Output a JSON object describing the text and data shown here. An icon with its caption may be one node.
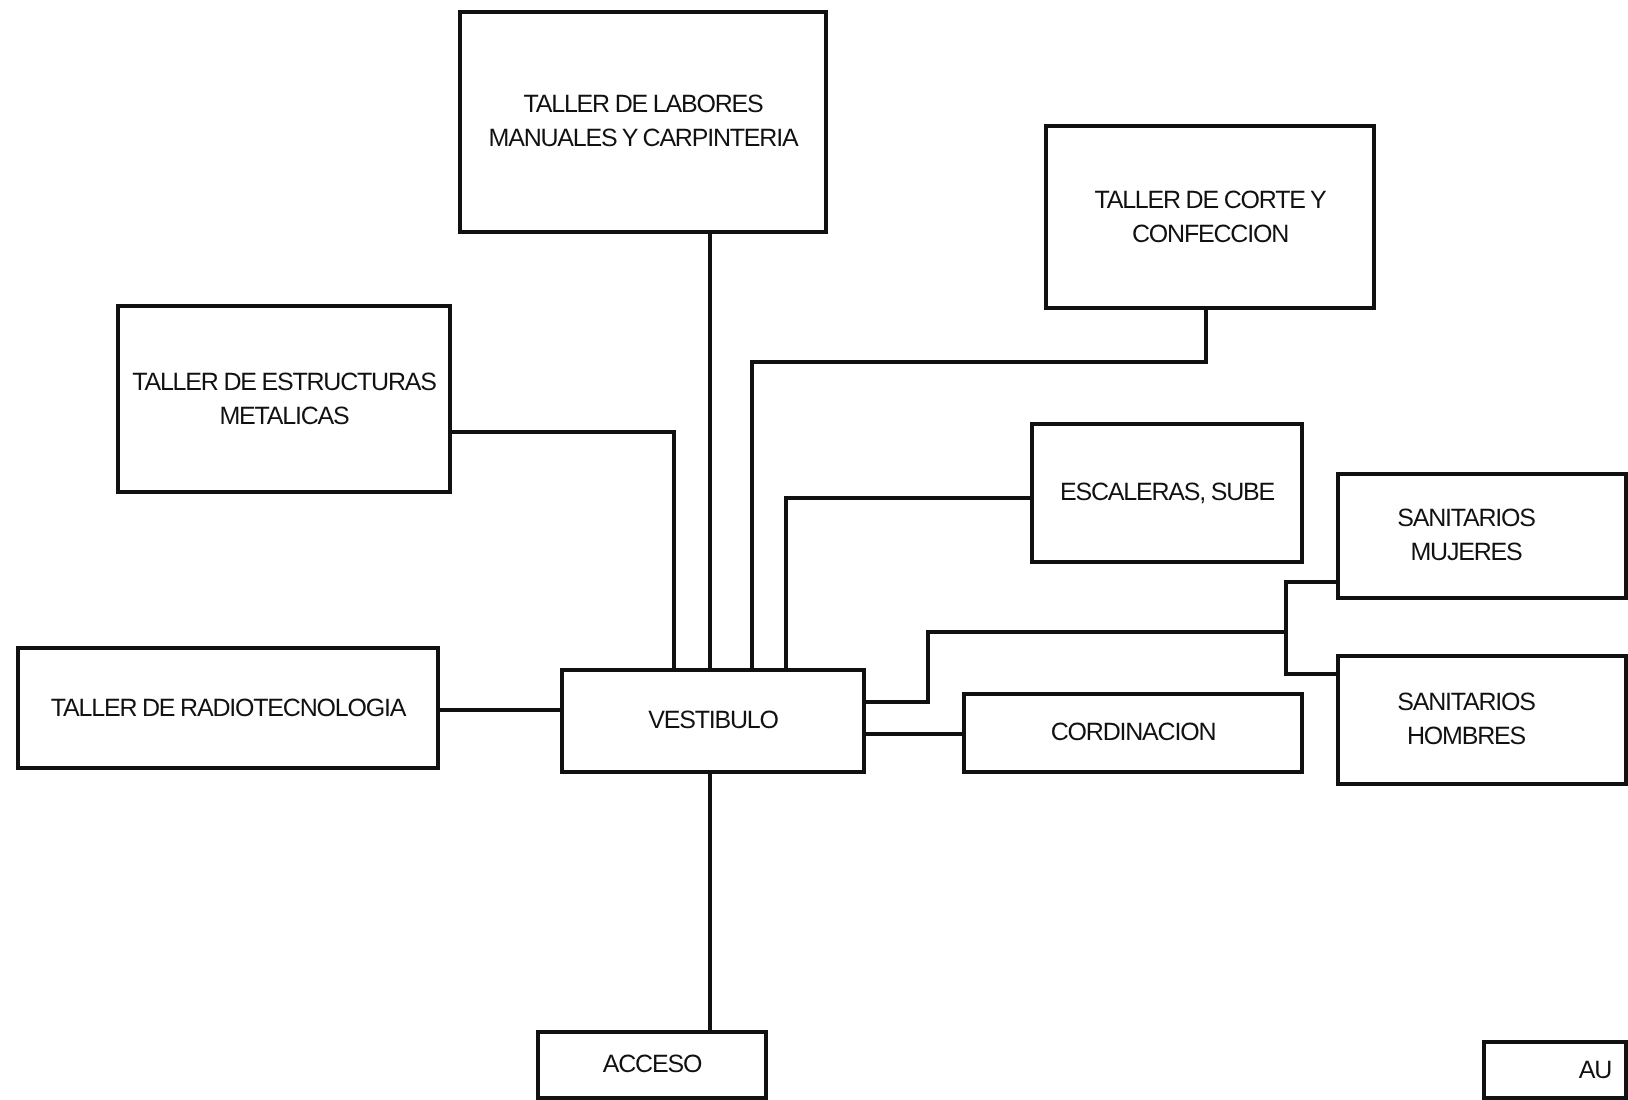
{
  "diagram": {
    "nodes": [
      {
        "text": [
          "TALLER DE LABORES MANUALES Y CARPINTERIA"
        ]
      },
      {
        "text": [
          "TALLER DE CORTE Y CONFECCION"
        ]
      },
      {
        "text": [
          "TALLER DE ESTRUCTURAS METALICAS"
        ]
      },
      {
        "text": [
          "ESCALERAS, SUBE"
        ]
      },
      {
        "text": [
          "SANITARIOS MUJERES"
        ]
      },
      {
        "text": [
          "TALLER DE RADIOTECNOLOGIA"
        ]
      },
      {
        "text": [
          "VESTIBULO"
        ]
      },
      {
        "text": [
          "CORDINACION"
        ]
      },
      {
        "text": [
          "SANITARIOS HOMBRES"
        ]
      },
      {
        "text": [
          "ACCESO"
        ]
      },
      {
        "text": [
          "AU"
        ]
      }
    ],
    "edges": [
      {
        "from": 0,
        "to": 6,
        "arrow": "none"
      },
      {
        "from": 1,
        "to": 6,
        "arrow": "none"
      },
      {
        "from": 2,
        "to": 6,
        "arrow": "none"
      },
      {
        "from": 3,
        "to": 6,
        "arrow": "none"
      },
      {
        "from": 6,
        "to": 4,
        "arrow": "none"
      },
      {
        "from": 6,
        "to": 8,
        "arrow": "none"
      },
      {
        "from": 5,
        "to": 6,
        "arrow": "none"
      },
      {
        "from": 6,
        "to": 7,
        "arrow": "none"
      },
      {
        "from": 6,
        "to": 9,
        "arrow": "none"
      }
    ]
  }
}
